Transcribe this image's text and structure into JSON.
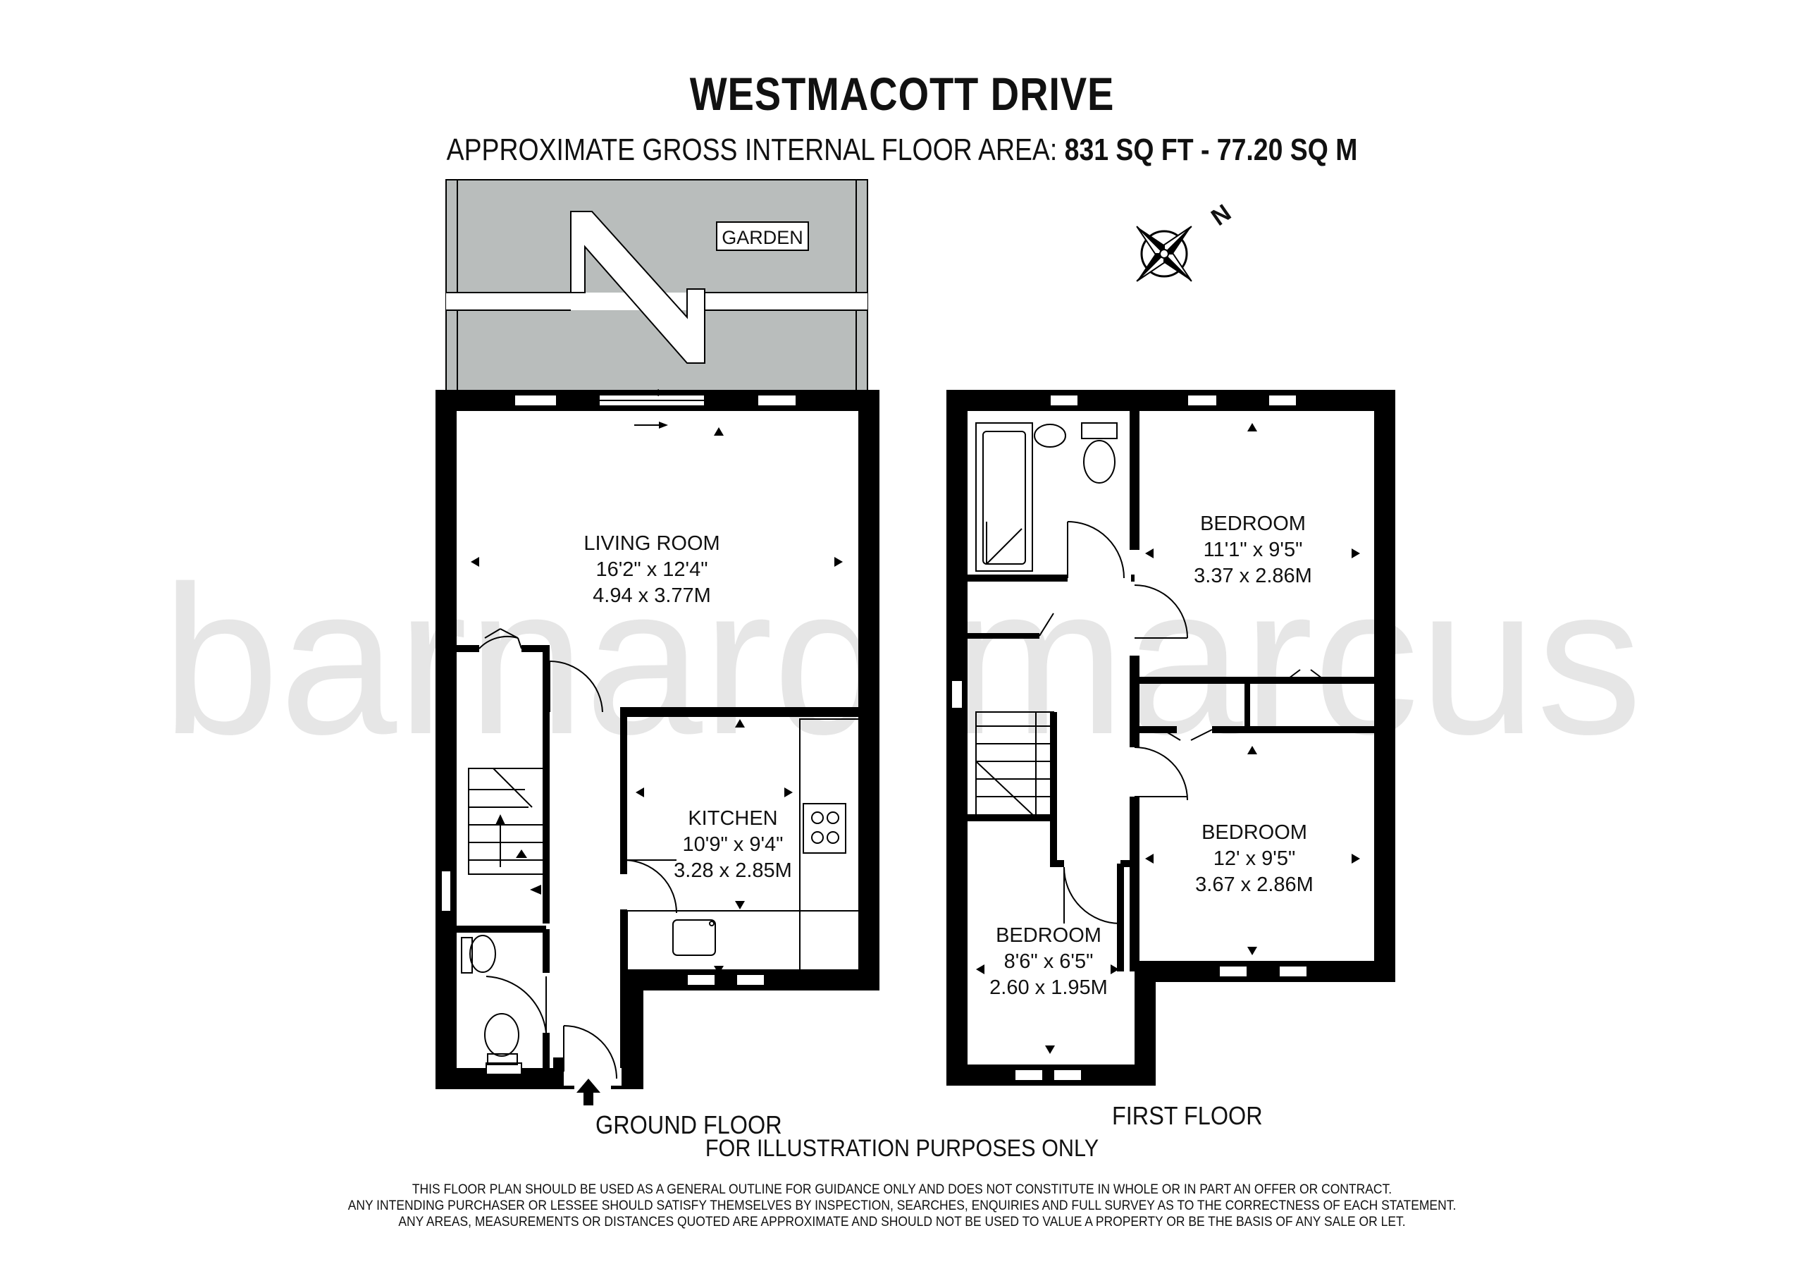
{
  "title": "WESTMACOTT DRIVE",
  "subtitle": {
    "label": "APPROXIMATE GROSS INTERNAL FLOOR AREA:",
    "area": "831 SQ FT  -  77.20 SQ M"
  },
  "watermark": "barnard marcus",
  "compass_letter": "N",
  "ground_floor": {
    "label": "GROUND FLOOR",
    "garden": "GARDEN",
    "living_room": {
      "name": "LIVING ROOM",
      "imperial": "16'2\" x 12'4\"",
      "metric": "4.94 x 3.77M"
    },
    "kitchen": {
      "name": "KITCHEN",
      "imperial": "10'9\" x 9'4\"",
      "metric": "3.28 x 2.85M"
    }
  },
  "first_floor": {
    "label": "FIRST FLOOR",
    "bedroom_1": {
      "name": "BEDROOM",
      "imperial": "11'1\" x 9'5\"",
      "metric": "3.37 x 2.86M"
    },
    "bedroom_2": {
      "name": "BEDROOM",
      "imperial": "12' x 9'5\"",
      "metric": "3.67 x 2.86M"
    },
    "bedroom_3": {
      "name": "BEDROOM",
      "imperial": "8'6\" x 6'5\"",
      "metric": "2.60 x 1.95M"
    }
  },
  "illustration_note": "FOR ILLUSTRATION PURPOSES ONLY",
  "disclaimer": [
    "THIS FLOOR PLAN SHOULD BE USED AS A GENERAL OUTLINE FOR GUIDANCE ONLY AND DOES NOT CONSTITUTE IN WHOLE OR IN PART AN OFFER OR CONTRACT.",
    "ANY INTENDING PURCHASER OR LESSEE SHOULD SATISFY THEMSELVES BY INSPECTION, SEARCHES, ENQUIRIES AND FULL SURVEY AS TO THE CORRECTNESS OF EACH STATEMENT.",
    "ANY AREAS, MEASUREMENTS OR DISTANCES QUOTED ARE APPROXIMATE AND SHOULD NOT BE USED TO VALUE A PROPERTY OR BE THE BASIS OF ANY SALE OR LET."
  ],
  "colors": {
    "wall": "#000000",
    "garden": "#b9bdbc",
    "watermark": "#e6e6e6"
  }
}
